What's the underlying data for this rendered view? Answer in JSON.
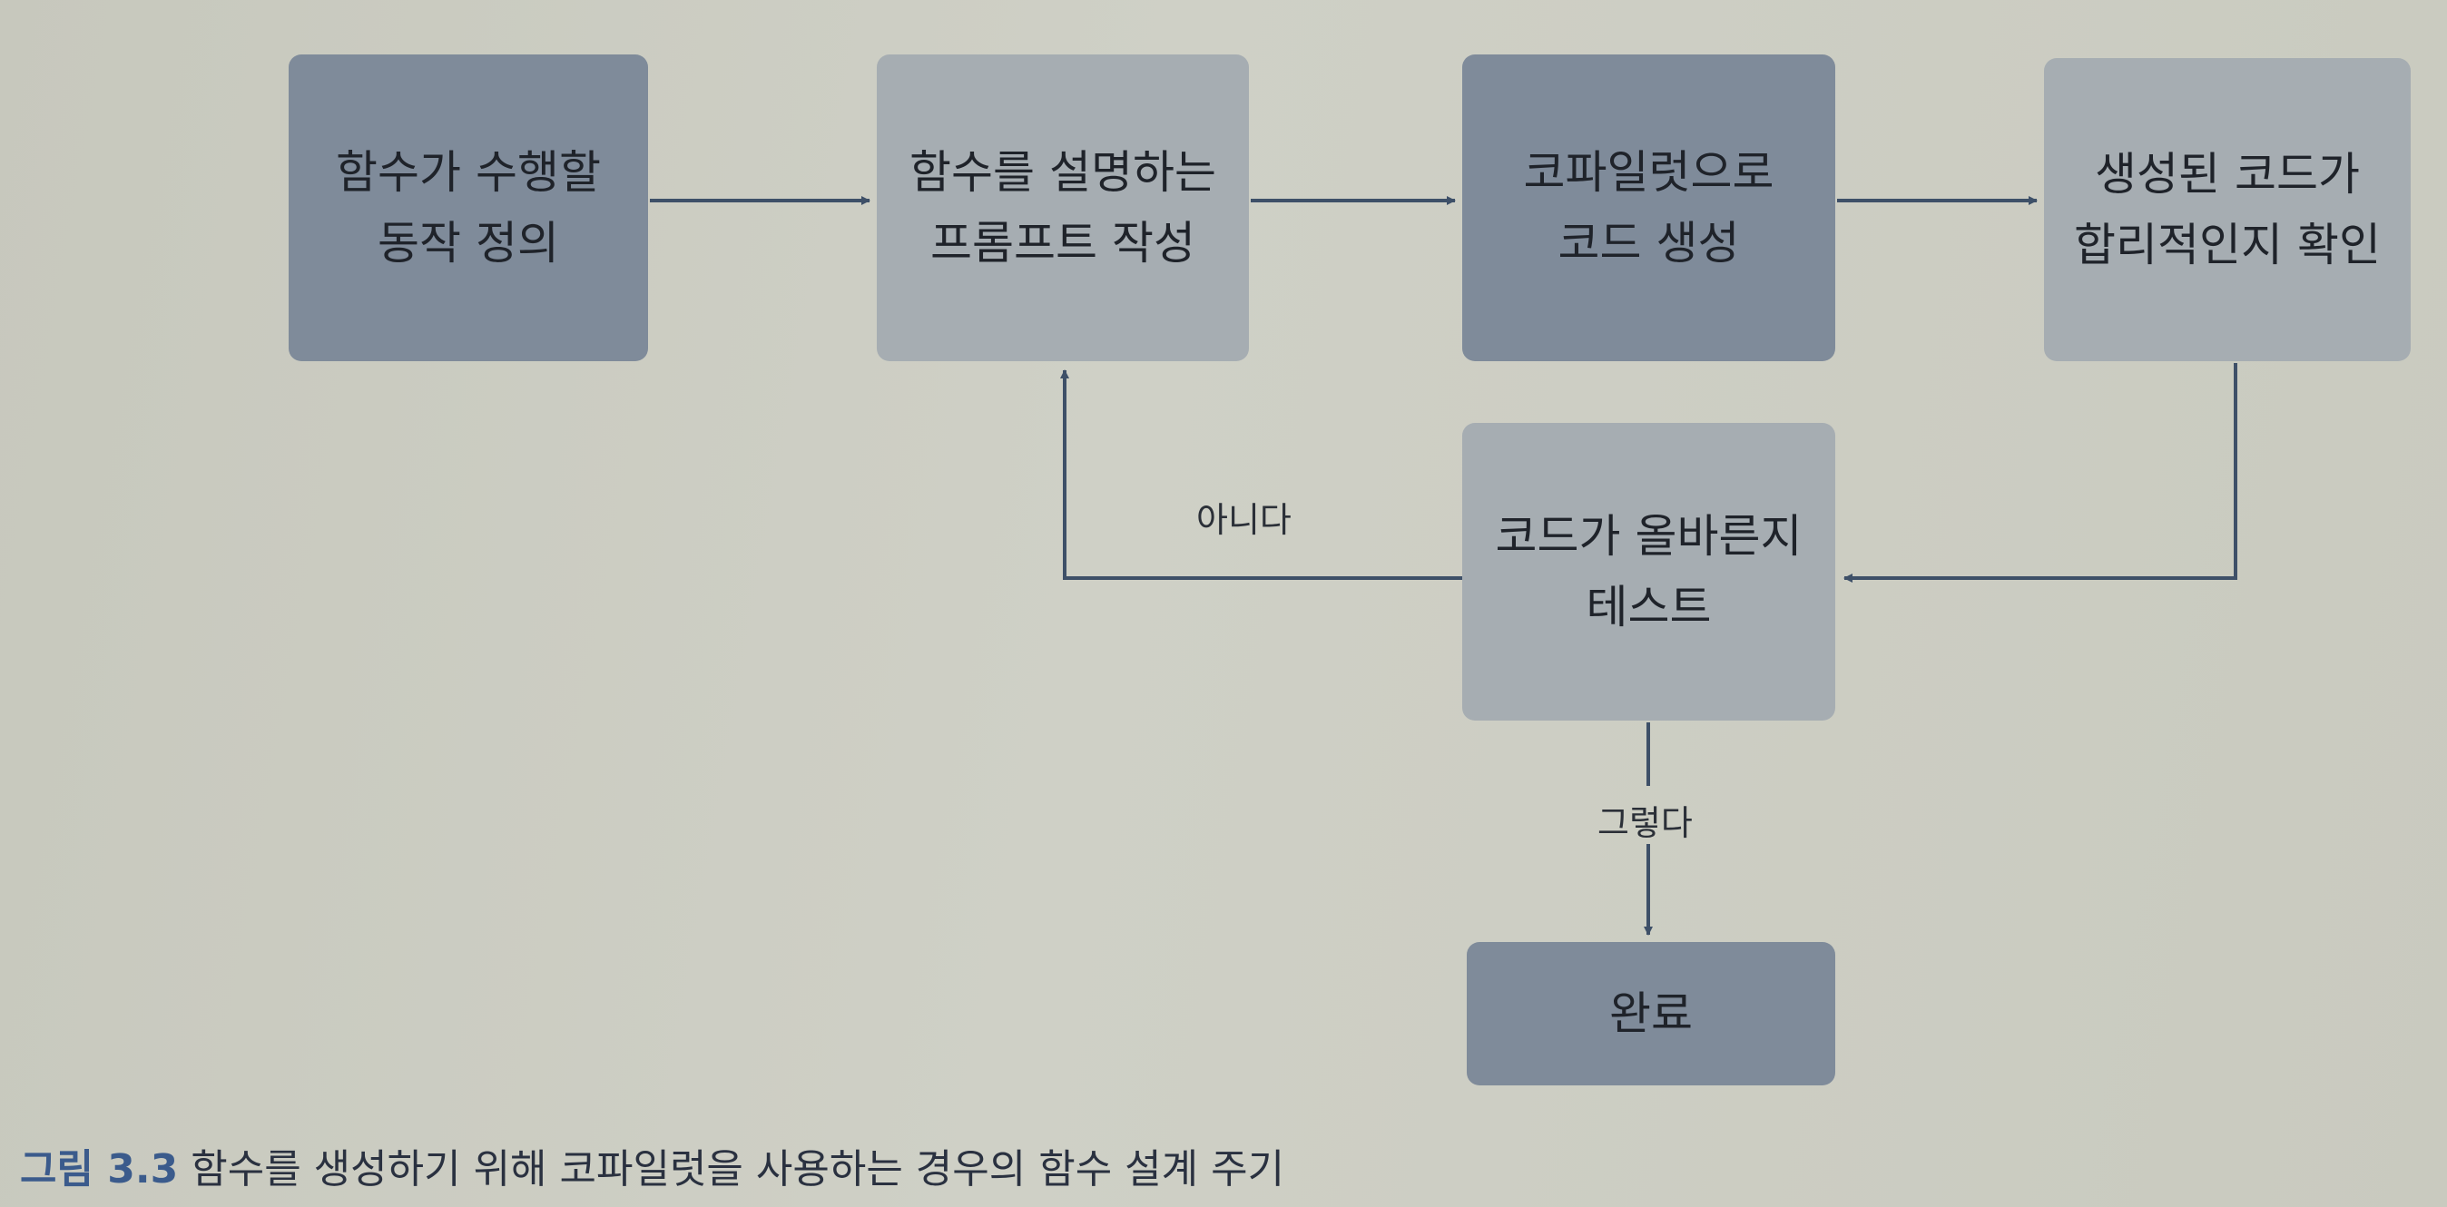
{
  "nodes": {
    "define": "함수가 수행할\n동작 정의",
    "prompt": "함수를 설명하는\n프롬프트 작성",
    "generate": "코파일럿으로\n코드 생성",
    "review": "생성된 코드가\n합리적인지 확인",
    "test": "코드가 올바른지\n테스트",
    "done": "완료"
  },
  "edges": {
    "no": "아니다",
    "yes": "그렇다"
  },
  "caption": {
    "number": "그림 3.3",
    "text": "함수를 생성하기 위해 코파일럿을 사용하는 경우의 함수 설계 주기"
  },
  "colors": {
    "dark_box": "#7f8b9a",
    "light_box": "#a6adb2",
    "arrow": "#3e5068",
    "caption_accent": "#3b5b8c"
  }
}
